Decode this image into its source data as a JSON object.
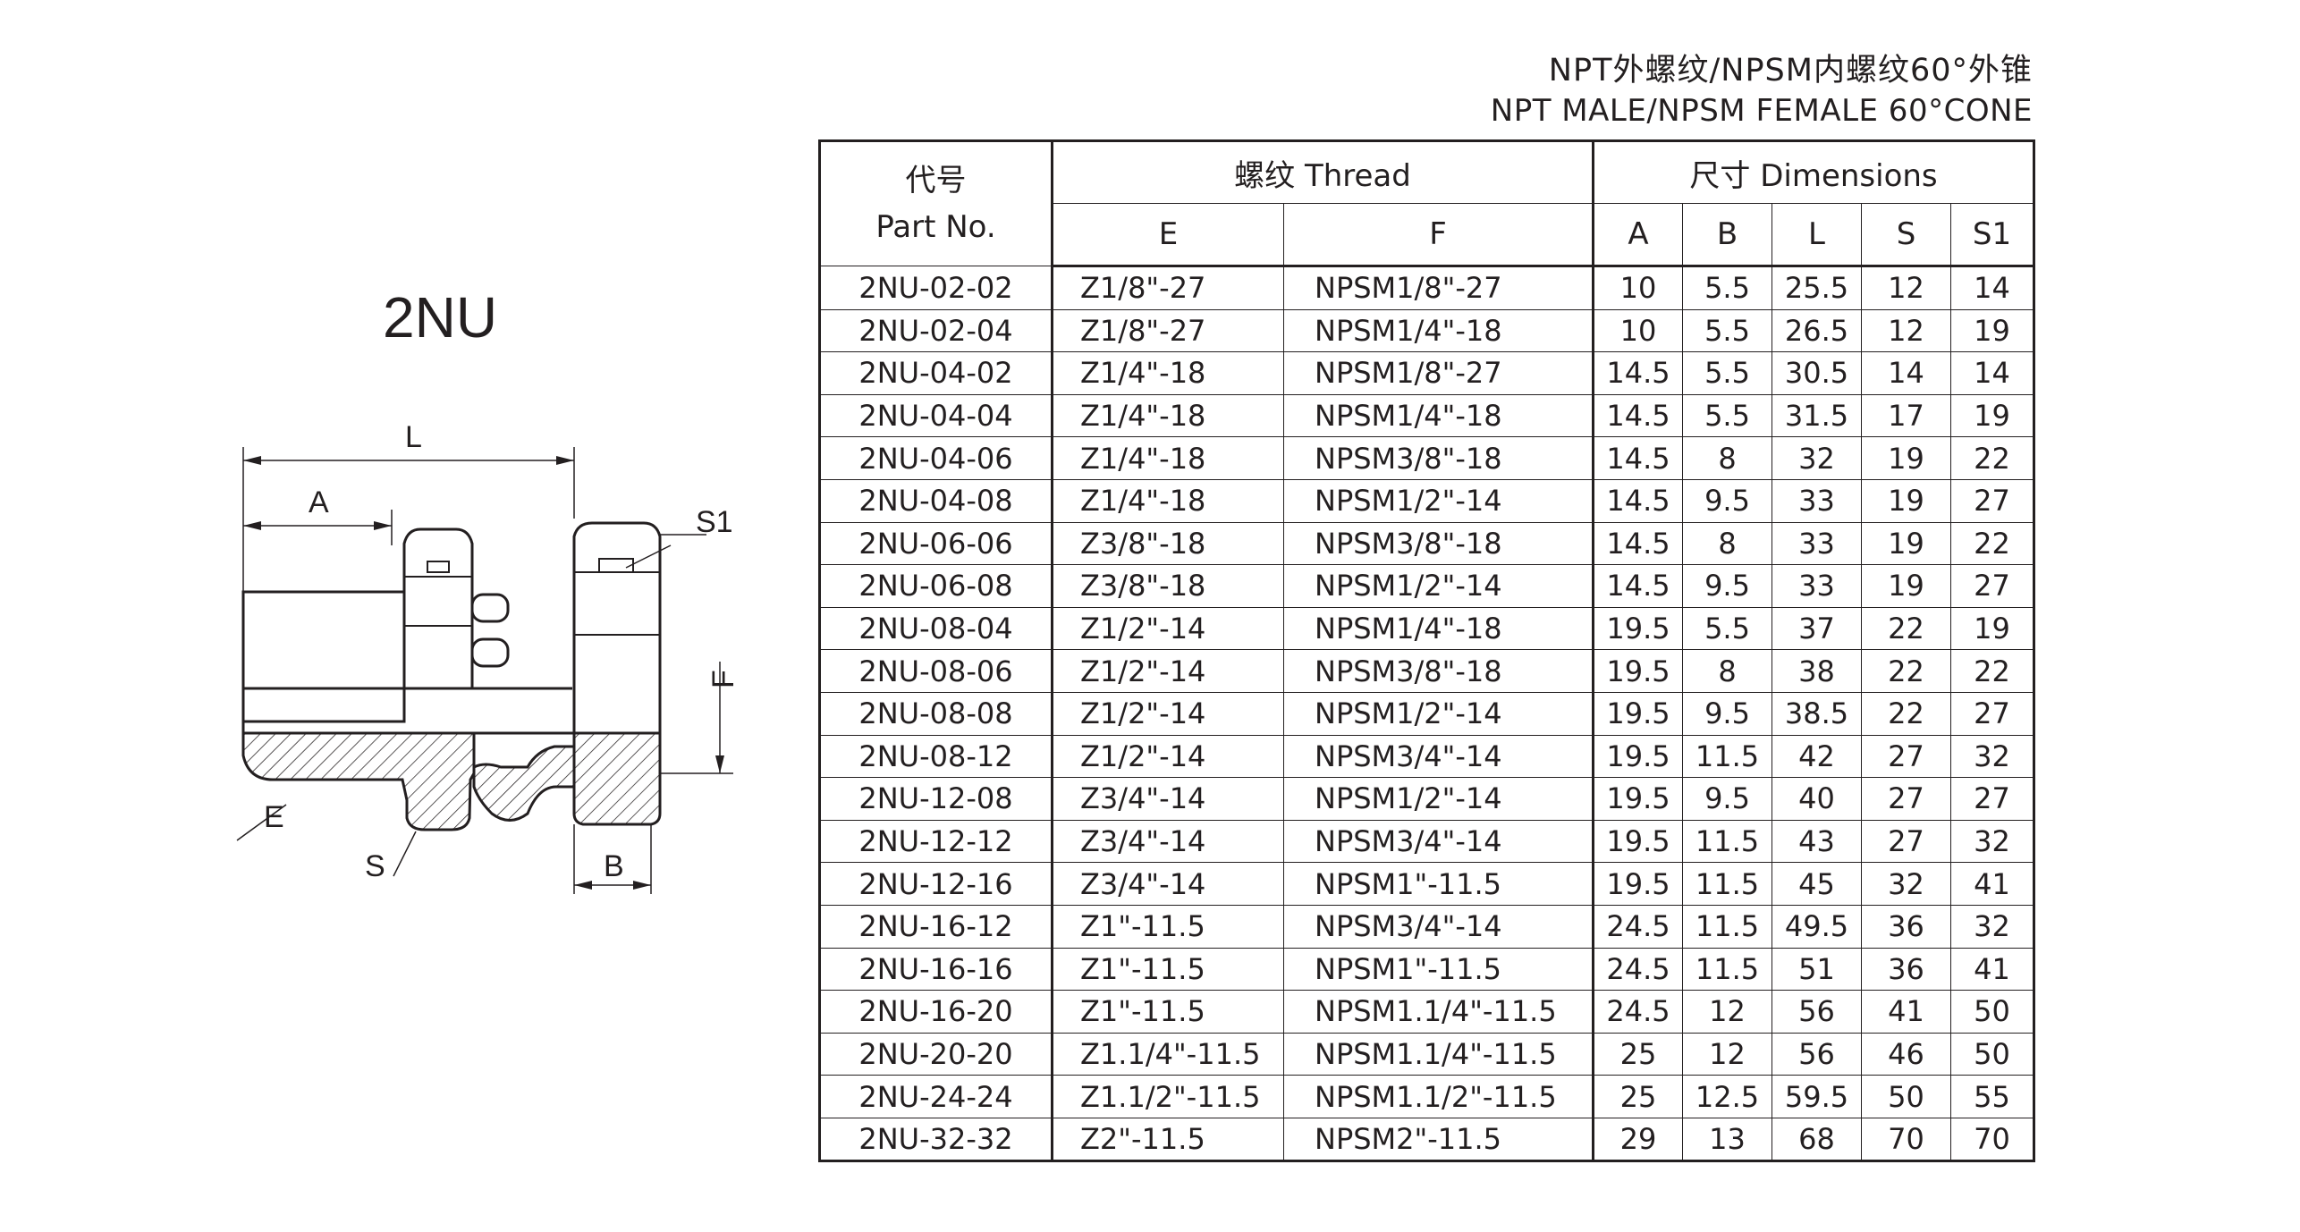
{
  "heading": {
    "cn": "NPT外螺纹/NPSM内螺纹60°外锥",
    "en": "NPT MALE/NPSM FEMALE 60°CONE"
  },
  "model": "2NU",
  "drawing_labels": {
    "L": "L",
    "A": "A",
    "S1": "S1",
    "F": "F",
    "E": "E",
    "S": "S",
    "B": "B"
  },
  "table": {
    "part_no_cn": "代号",
    "part_no_en": "Part No.",
    "thread_group": "螺纹 Thread",
    "dims_group": "尺寸 Dimensions",
    "columns": [
      "E",
      "F",
      "A",
      "B",
      "L",
      "S",
      "S1"
    ],
    "rows": [
      [
        "2NU-02-02",
        "Z1/8\"-27",
        "NPSM1/8\"-27",
        "10",
        "5.5",
        "25.5",
        "12",
        "14"
      ],
      [
        "2NU-02-04",
        "Z1/8\"-27",
        "NPSM1/4\"-18",
        "10",
        "5.5",
        "26.5",
        "12",
        "19"
      ],
      [
        "2NU-04-02",
        "Z1/4\"-18",
        "NPSM1/8\"-27",
        "14.5",
        "5.5",
        "30.5",
        "14",
        "14"
      ],
      [
        "2NU-04-04",
        "Z1/4\"-18",
        "NPSM1/4\"-18",
        "14.5",
        "5.5",
        "31.5",
        "17",
        "19"
      ],
      [
        "2NU-04-06",
        "Z1/4\"-18",
        "NPSM3/8\"-18",
        "14.5",
        "8",
        "32",
        "19",
        "22"
      ],
      [
        "2NU-04-08",
        "Z1/4\"-18",
        "NPSM1/2\"-14",
        "14.5",
        "9.5",
        "33",
        "19",
        "27"
      ],
      [
        "2NU-06-06",
        "Z3/8\"-18",
        "NPSM3/8\"-18",
        "14.5",
        "8",
        "33",
        "19",
        "22"
      ],
      [
        "2NU-06-08",
        "Z3/8\"-18",
        "NPSM1/2\"-14",
        "14.5",
        "9.5",
        "33",
        "19",
        "27"
      ],
      [
        "2NU-08-04",
        "Z1/2\"-14",
        "NPSM1/4\"-18",
        "19.5",
        "5.5",
        "37",
        "22",
        "19"
      ],
      [
        "2NU-08-06",
        "Z1/2\"-14",
        "NPSM3/8\"-18",
        "19.5",
        "8",
        "38",
        "22",
        "22"
      ],
      [
        "2NU-08-08",
        "Z1/2\"-14",
        "NPSM1/2\"-14",
        "19.5",
        "9.5",
        "38.5",
        "22",
        "27"
      ],
      [
        "2NU-08-12",
        "Z1/2\"-14",
        "NPSM3/4\"-14",
        "19.5",
        "11.5",
        "42",
        "27",
        "32"
      ],
      [
        "2NU-12-08",
        "Z3/4\"-14",
        "NPSM1/2\"-14",
        "19.5",
        "9.5",
        "40",
        "27",
        "27"
      ],
      [
        "2NU-12-12",
        "Z3/4\"-14",
        "NPSM3/4\"-14",
        "19.5",
        "11.5",
        "43",
        "27",
        "32"
      ],
      [
        "2NU-12-16",
        "Z3/4\"-14",
        "NPSM1\"-11.5",
        "19.5",
        "11.5",
        "45",
        "32",
        "41"
      ],
      [
        "2NU-16-12",
        "Z1\"-11.5",
        "NPSM3/4\"-14",
        "24.5",
        "11.5",
        "49.5",
        "36",
        "32"
      ],
      [
        "2NU-16-16",
        "Z1\"-11.5",
        "NPSM1\"-11.5",
        "24.5",
        "11.5",
        "51",
        "36",
        "41"
      ],
      [
        "2NU-16-20",
        "Z1\"-11.5",
        "NPSM1.1/4\"-11.5",
        "24.5",
        "12",
        "56",
        "41",
        "50"
      ],
      [
        "2NU-20-20",
        "Z1.1/4\"-11.5",
        "NPSM1.1/4\"-11.5",
        "25",
        "12",
        "56",
        "46",
        "50"
      ],
      [
        "2NU-24-24",
        "Z1.1/2\"-11.5",
        "NPSM1.1/2\"-11.5",
        "25",
        "12.5",
        "59.5",
        "50",
        "55"
      ],
      [
        "2NU-32-32",
        "Z2\"-11.5",
        "NPSM2\"-11.5",
        "29",
        "13",
        "68",
        "70",
        "70"
      ]
    ]
  }
}
